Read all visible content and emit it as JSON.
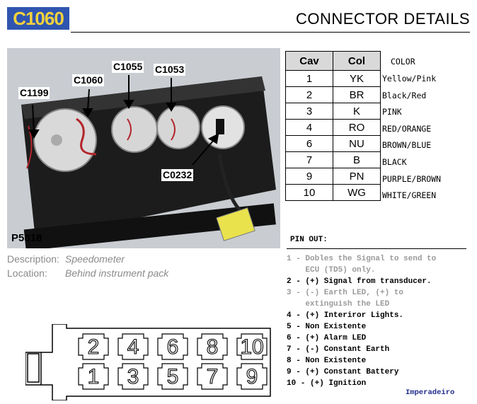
{
  "header": {
    "connector_id": "C1060",
    "title": "CONNECTOR DETAILS"
  },
  "photo": {
    "callouts": [
      "C1199",
      "C1060",
      "C1055",
      "C1053",
      "C0232"
    ],
    "code": "P5818"
  },
  "table": {
    "headers": [
      "Cav",
      "Col"
    ],
    "color_header": "COLOR",
    "rows": [
      {
        "cav": "1",
        "col": "YK",
        "color": "Yellow/Pink"
      },
      {
        "cav": "2",
        "col": "BR",
        "color": "Black/Red"
      },
      {
        "cav": "3",
        "col": "K",
        "color": "PINK"
      },
      {
        "cav": "4",
        "col": "RO",
        "color": "RED/ORANGE"
      },
      {
        "cav": "6",
        "col": "NU",
        "color": "BROWN/BLUE"
      },
      {
        "cav": "7",
        "col": "B",
        "color": "BLACK"
      },
      {
        "cav": "9",
        "col": "PN",
        "color": "PURPLE/BROWN"
      },
      {
        "cav": "10",
        "col": "WG",
        "color": "WHITE/GREEN"
      }
    ]
  },
  "description": {
    "desc_label": "Description:",
    "desc_value": "Speedometer",
    "loc_label": "Location:",
    "loc_value": "Behind instrument pack"
  },
  "pinout": {
    "heading": "PIN OUT:",
    "lines": [
      "1 - Dobles the Signal to send to",
      "    ECU (TD5) only.",
      "2 - (+) Signal from transducer.",
      "3 - (-) Earth LED, (+) to",
      "    extinguish the LED",
      "4 - (+) Interiror Lights.",
      "5 - Non Existente",
      "6 - (+) Alarm LED",
      "7 - (-) Constant Earth",
      "8 - Non Existente",
      "9 - (+) Constant Battery",
      "10 - (+) Ignition"
    ],
    "credit": "Imperadeiro"
  },
  "connector": {
    "top_pins": [
      "2",
      "4",
      "6",
      "8",
      "10"
    ],
    "bottom_pins": [
      "1",
      "3",
      "5",
      "7",
      "9"
    ]
  }
}
